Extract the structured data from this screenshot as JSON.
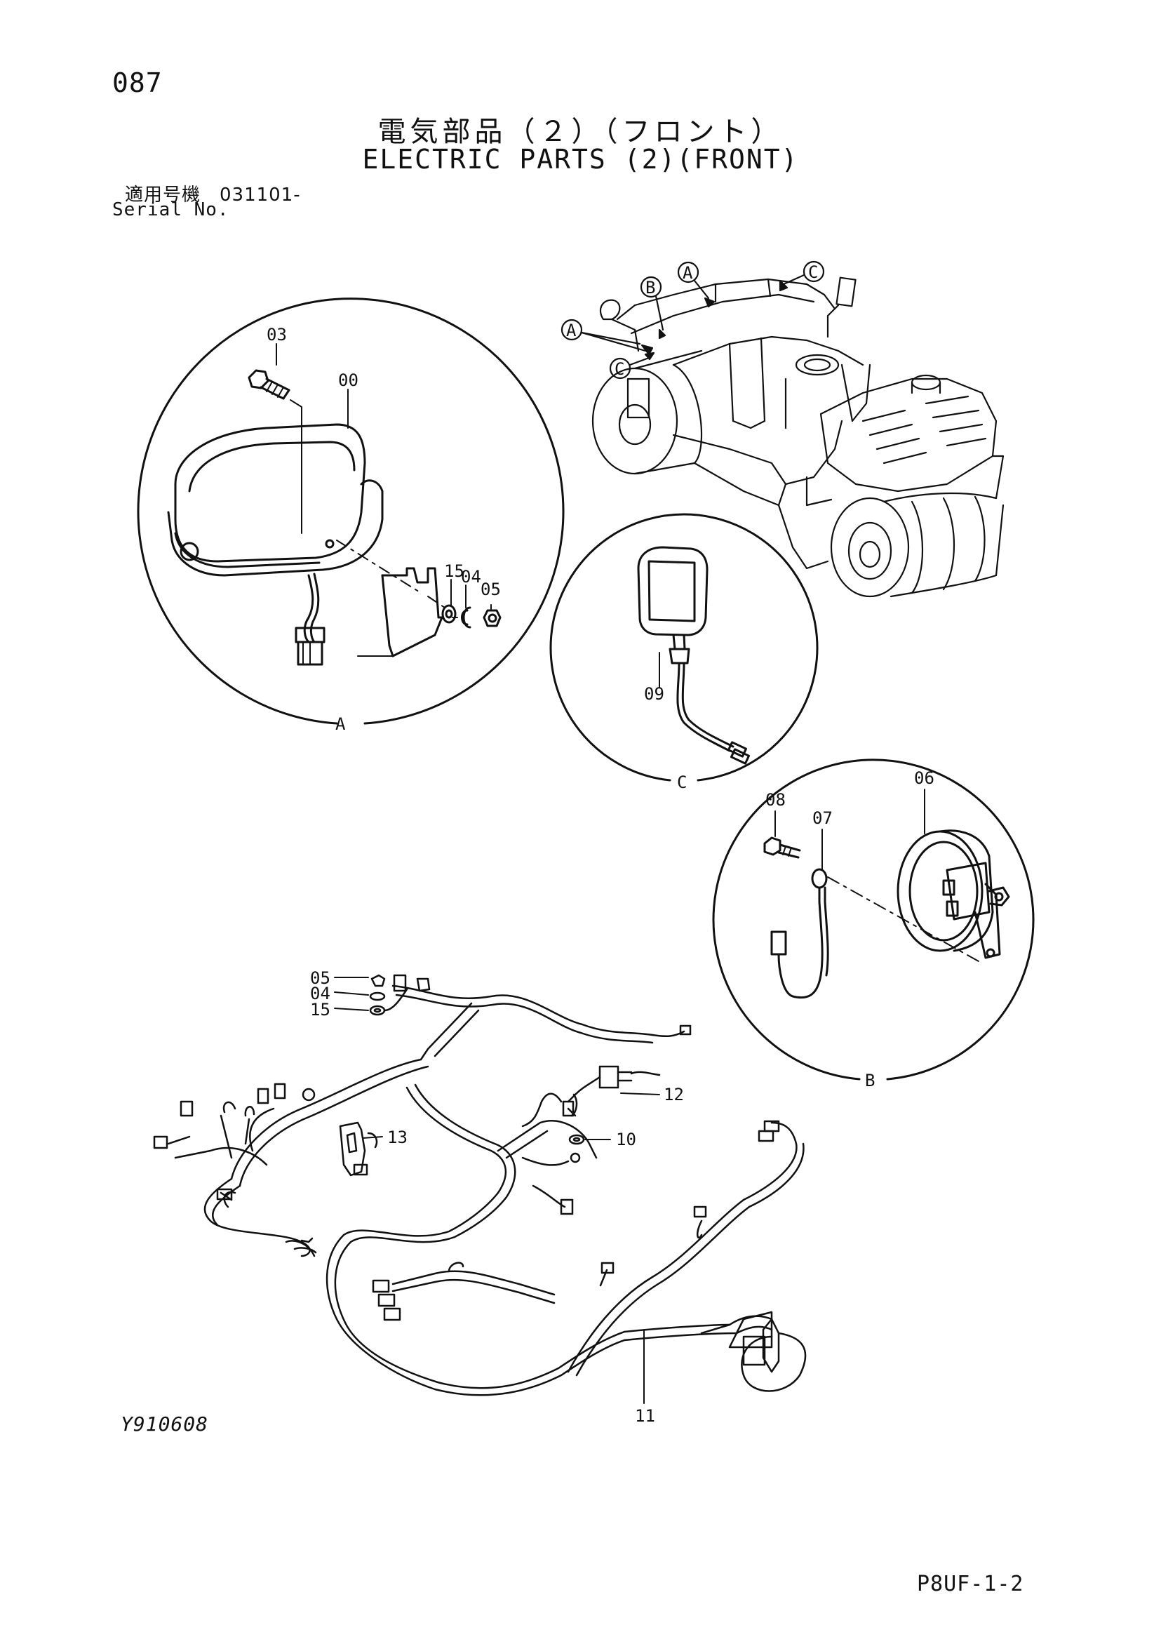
{
  "header": {
    "page_number": "087",
    "title_ja": "電気部品（２）（フロント）",
    "title_en": "ELECTRIC PARTS (2)(FRONT)",
    "serial_label_ja": "適用号機　031101-",
    "serial_label_en": "Serial No."
  },
  "detail_views": {
    "A": {
      "label": "A",
      "parts": [
        "03",
        "00",
        "15",
        "04",
        "05"
      ]
    },
    "B": {
      "label": "B",
      "parts": [
        "08",
        "07",
        "06"
      ]
    },
    "C": {
      "label": "C",
      "parts": [
        "09"
      ]
    }
  },
  "machine_callouts": [
    "A",
    "B",
    "A",
    "C",
    "C"
  ],
  "harness_parts": [
    "05",
    "04",
    "15",
    "12",
    "13",
    "10",
    "11"
  ],
  "footer": {
    "illustration_no": "Y910608",
    "sheet_no": "P8UF-1-2"
  }
}
